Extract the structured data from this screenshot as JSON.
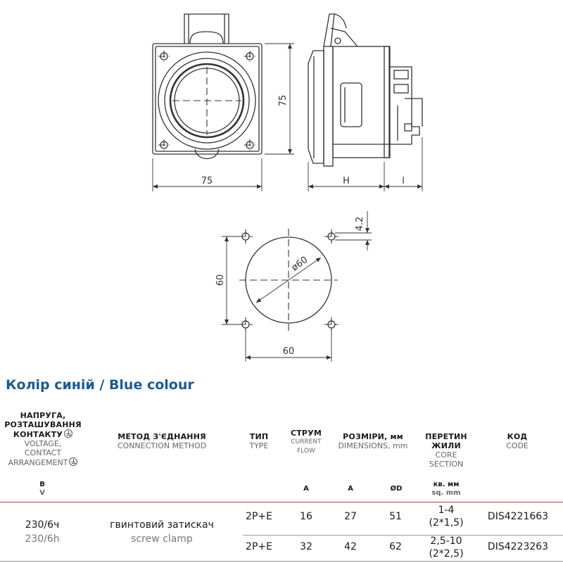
{
  "drawing": {
    "front_width": "75",
    "front_height": "75",
    "side_h": "H",
    "side_l": "l",
    "cutout_diameter": "ø60",
    "cutout_width": "60",
    "cutout_height": "60",
    "hole_dim": "4.2"
  },
  "title": "Колір синій / Blue colour",
  "headers": {
    "voltage": {
      "ua_1": "НАПРУГА,",
      "ua_2": "РОЗТАШУВАННЯ",
      "ua_3": "КОНТАКТУ",
      "en_1": "VOLTAGE,",
      "en_2": "CONTACT",
      "en_3": "ARRANGEMENT",
      "unit_ua": "В",
      "unit_en": "V"
    },
    "method": {
      "ua": "МЕТОД З'ЄДНАННЯ",
      "en": "CONNECTION METHOD"
    },
    "type": {
      "ua": "ТИП",
      "en": "TYPE"
    },
    "current": {
      "ua": "СТРУМ",
      "en_1": "CURRENT",
      "en_2": "FLOW",
      "unit": "A"
    },
    "dimensions": {
      "ua": "РОЗМІРИ, мм",
      "en": "DIMENSIONS, mm",
      "unit_a": "A",
      "unit_d": "ØD"
    },
    "section": {
      "ua_1": "ПЕРЕТИН",
      "ua_2": "ЖИЛИ",
      "en_1": "CORE",
      "en_2": "SECTION",
      "unit_ua": "кв. мм",
      "unit_en": "sq. mm"
    },
    "code": {
      "ua": "КОД",
      "en": "CODE"
    }
  },
  "rows": [
    {
      "type": "2P+E",
      "current": "16",
      "a": "27",
      "d": "51",
      "section_1": "1-4",
      "section_2": "(2*1,5)",
      "code": "DIS4221663"
    },
    {
      "type": "2P+E",
      "current": "32",
      "a": "42",
      "d": "62",
      "section_1": "2,5-10",
      "section_2": "(2*2,5)",
      "code": "DIS4223263"
    }
  ],
  "shared": {
    "voltage_ua": "230/6ч",
    "voltage_en": "230/6h",
    "method_ua": "гвинтовий затискач",
    "method_en": "screw clamp"
  }
}
